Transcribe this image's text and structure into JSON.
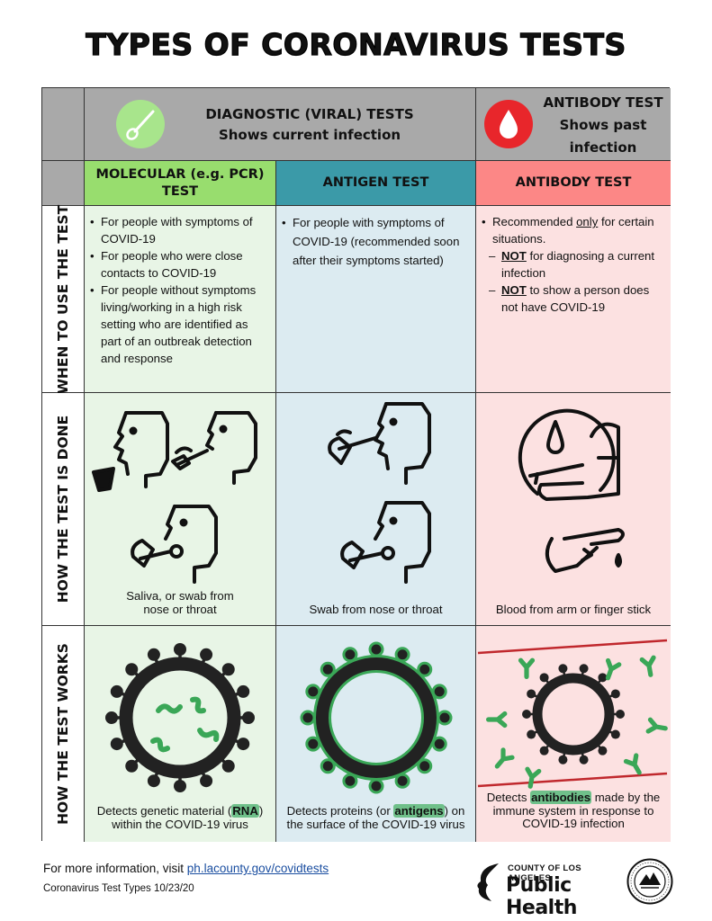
{
  "title": "TYPES OF CORONAVIRUS TESTS",
  "header": {
    "diagnostic_title": "DIAGNOSTIC (VIRAL) TESTS",
    "diagnostic_sub": "Shows current infection",
    "antibody_title": "ANTIBODY TEST",
    "antibody_sub_1": "Shows past",
    "antibody_sub_2": "infection"
  },
  "columns": {
    "molecular_1": "MOLECULAR (e.g. PCR)",
    "molecular_2": "TEST",
    "antigen": "ANTIGEN TEST",
    "antibody": "ANTIBODY TEST"
  },
  "row_labels": {
    "when": "WHEN TO USE THE TEST",
    "how_done": "HOW THE TEST IS DONE",
    "how_works": "HOW THE TEST WORKS"
  },
  "when": {
    "molecular": [
      "For people with symptoms of COVID-19",
      "For people who were close contacts to COVID-19",
      "For people without symptoms living/working in a high risk setting who are identified as part of an outbreak detection and response"
    ],
    "antigen": [
      "For people with symptoms of COVID-19 (recommended soon after their symptoms started)"
    ],
    "antibody_pre": "Recommended ",
    "antibody_only": "only",
    "antibody_post": " for certain situations.",
    "antibody_not_1": "NOT",
    "antibody_not_1_rest": " for diagnosing a current infection",
    "antibody_not_2": "NOT",
    "antibody_not_2_rest": " to show a person does not have COVID-19"
  },
  "how_done": {
    "molecular_1": "Saliva, or swab from",
    "molecular_2": "nose or throat",
    "antigen": "Swab from nose or throat",
    "antibody": "Blood from arm or finger stick"
  },
  "how_works": {
    "molecular_pre": "Detects genetic material (",
    "molecular_hl": "RNA",
    "molecular_post": ")",
    "molecular_2": "within the COVID-19 virus",
    "antigen_pre": "Detects proteins (or ",
    "antigen_hl": "antigens",
    "antigen_post": ") on",
    "antigen_2": "the surface of the COVID-19 virus",
    "antibody_pre": "Detects ",
    "antibody_hl": "antibodies",
    "antibody_post": " made by the",
    "antibody_2": "immune system in response to",
    "antibody_3": "COVID-19 infection"
  },
  "footer": {
    "more_info": "For more information, visit ",
    "link": "ph.lacounty.gov/covidtests",
    "doc_id": "Coronavirus Test Types  10/23/20",
    "county": "COUNTY OF LOS ANGELES",
    "dept": "Public Health"
  },
  "colors": {
    "molecular": "#98dd6e",
    "antigen": "#3b9aa8",
    "antibody": "#fc8786",
    "header_gray": "#a9a9a9",
    "virus_green": "#3aa757"
  }
}
